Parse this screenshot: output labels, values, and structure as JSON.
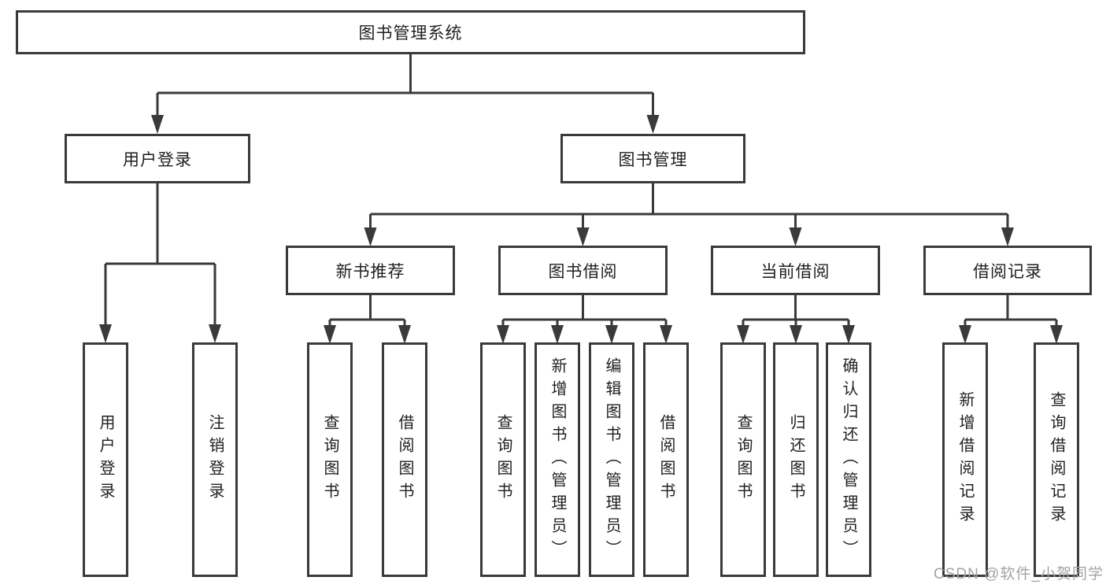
{
  "diagram": {
    "root": {
      "label": "图书管理系统"
    },
    "level2": {
      "user_login": {
        "label": "用户登录"
      },
      "book_management": {
        "label": "图书管理"
      }
    },
    "level3": {
      "new_book_recommend": {
        "label": "新书推荐"
      },
      "book_borrow": {
        "label": "图书借阅"
      },
      "current_borrow": {
        "label": "当前借阅"
      },
      "borrow_records": {
        "label": "借阅记录"
      }
    },
    "leaves": {
      "user_login_login": {
        "label": "用户登录"
      },
      "user_login_logout": {
        "label": "注销登录"
      },
      "rec_query_books": {
        "label": "查询图书"
      },
      "rec_borrow_books": {
        "label": "借阅图书"
      },
      "borrow_query_books": {
        "label": "查询图书"
      },
      "borrow_add_books": {
        "label": "新增图书（管理员）"
      },
      "borrow_edit_books": {
        "label": "编辑图书（管理员）"
      },
      "borrow_borrow_books": {
        "label": "借阅图书"
      },
      "current_query_books": {
        "label": "查询图书"
      },
      "current_return_books": {
        "label": "归还图书"
      },
      "current_confirm_return": {
        "label": "确认归还（管理员）"
      },
      "records_add_record": {
        "label": "新增借阅记录"
      },
      "records_query_record": {
        "label": "查询借阅记录"
      }
    },
    "watermark": "CSDN @软件_小贺同学",
    "colors": {
      "line": "#3a3a3a",
      "text": "#1f1f1f",
      "watermark": "#a3a3a3",
      "background": "#ffffff"
    }
  }
}
